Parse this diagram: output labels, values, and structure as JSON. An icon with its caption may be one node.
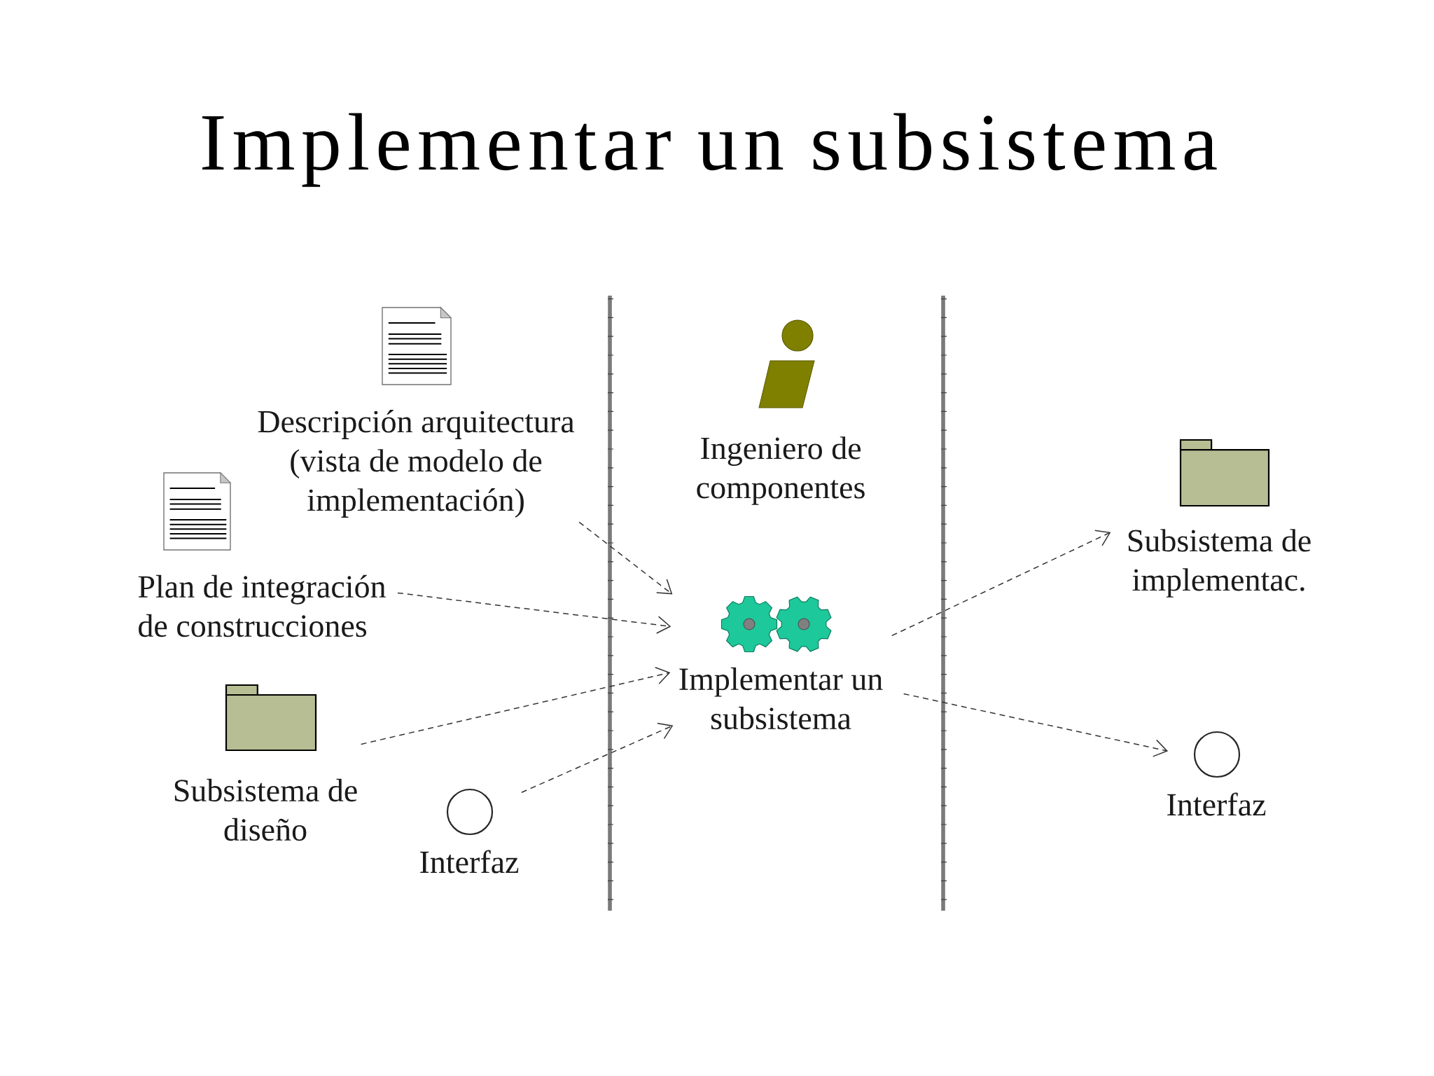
{
  "diagram": {
    "title": "Implementar un subsistema",
    "nodes": [
      {
        "text": [
          "Descripción arquitectura (vista de modelo de implementación)"
        ]
      },
      {
        "text": [
          "Plan de integración de construcciones"
        ]
      },
      {
        "text": [
          "Subsistema de diseño"
        ]
      },
      {
        "text": [
          "Interfaz"
        ]
      },
      {
        "text": [
          "Ingeniero de componentes"
        ]
      },
      {
        "text": [
          "Implementar un subsistema"
        ]
      },
      {
        "text": [
          "Subsistema de implementac."
        ]
      },
      {
        "text": [
          "Interfaz"
        ]
      }
    ],
    "edges": [
      {
        "from": 0,
        "to": 5,
        "arrow": "to",
        "style": "dashed"
      },
      {
        "from": 1,
        "to": 5,
        "arrow": "to",
        "style": "dashed"
      },
      {
        "from": 2,
        "to": 5,
        "arrow": "to",
        "style": "dashed"
      },
      {
        "from": 3,
        "to": 5,
        "arrow": "to",
        "style": "dashed"
      },
      {
        "from": 5,
        "to": 6,
        "arrow": "to",
        "style": "dashed"
      },
      {
        "from": 5,
        "to": 7,
        "arrow": "to",
        "style": "dashed"
      }
    ]
  }
}
